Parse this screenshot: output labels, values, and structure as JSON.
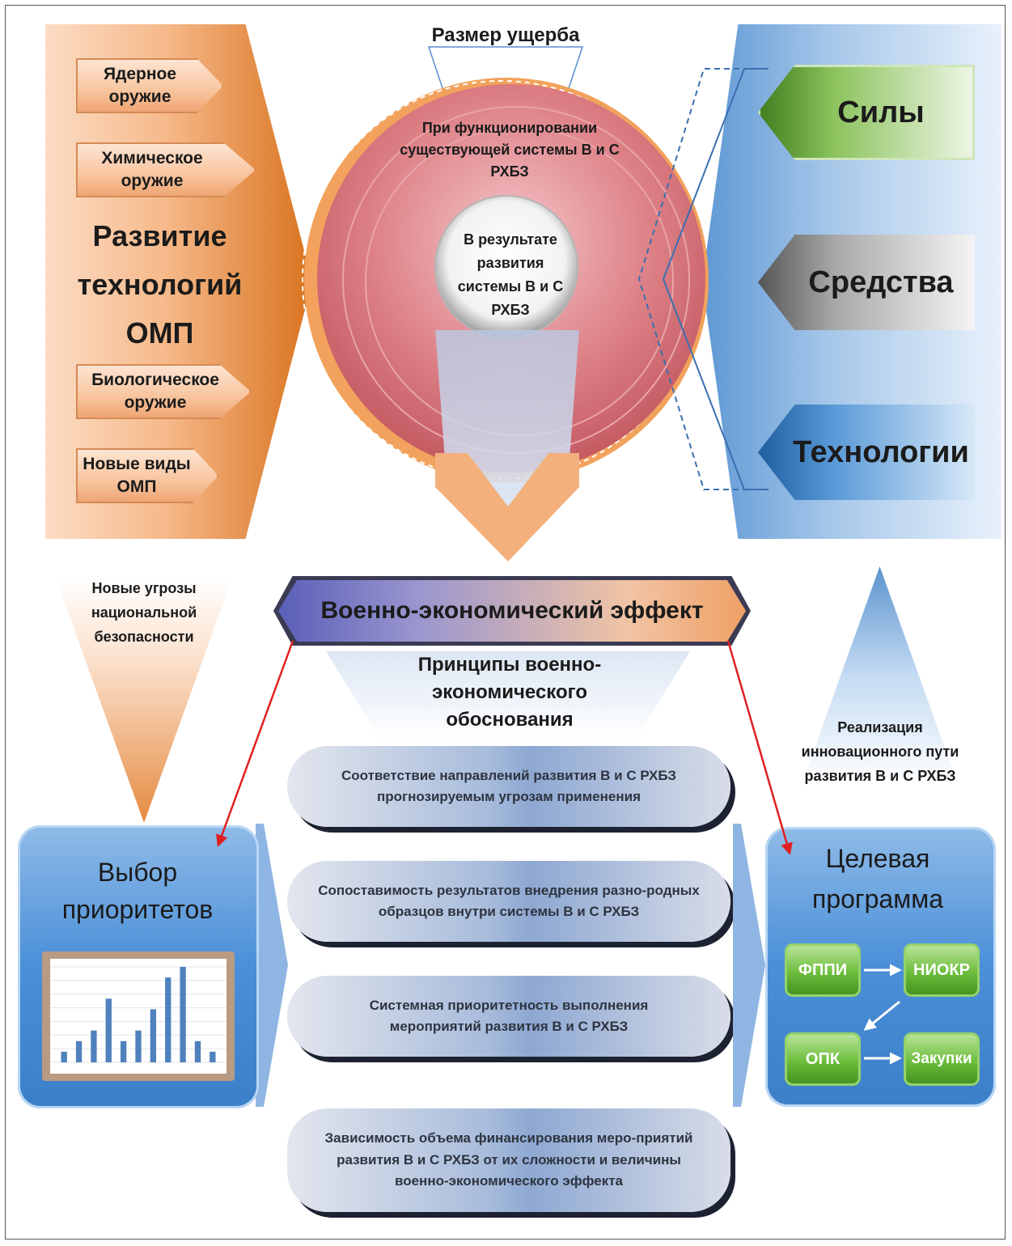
{
  "top_label": "Размер ущерба",
  "outer_circle_text": "При функционировании существующей системы В и С РХБЗ",
  "inner_circle_text": "В результате развития системы В и С РХБЗ",
  "left_panel": {
    "weapons": [
      {
        "label": "Ядерное оружие"
      },
      {
        "label": "Химическое оружие"
      },
      {
        "label": "Биологическое оружие"
      },
      {
        "label": "Новые виды ОМП"
      }
    ],
    "title_lines": [
      "Развитие",
      "технологий",
      "ОМП"
    ]
  },
  "right_panel": {
    "items": [
      {
        "label": "Силы",
        "color": "#6fa83a"
      },
      {
        "label": "Средства",
        "color": "#8c8c8c"
      },
      {
        "label": "Технологии",
        "color": "#3b82c9"
      }
    ]
  },
  "threats_text": "Новые угрозы национальной безопасности",
  "innovation_text": "Реализация инновационного пути развития В и С РХБЗ",
  "effect_banner": "Военно-экономический эффект",
  "principles_title": "Принципы военно-экономического обоснования",
  "principles": [
    "Соответствие направлений развития В и С РХБЗ прогнозируемым угрозам применения",
    "Сопоставимость результатов внедрения разно-родных образцов внутри системы В и С РХБЗ",
    "Системная приоритетность выполнения мероприятий развития В и С РХБЗ",
    "Зависимость объема финансирования меро-приятий развития В и С РХБЗ от их сложности и величины военно-экономического эффекта"
  ],
  "priorities_box": {
    "title": "Выбор приоритетов",
    "bar_values": [
      1,
      2,
      3,
      6,
      2,
      3,
      5,
      8,
      9,
      2,
      1
    ]
  },
  "target_program": {
    "title": "Целевая программа",
    "steps": [
      "ФППИ",
      "НИОКР",
      "ОПК",
      "Закупки"
    ]
  },
  "colors": {
    "orange": "#e07b2a",
    "blue": "#4a8fd8",
    "circle_red": "#d9727a",
    "arrow_red": "#e02020"
  }
}
